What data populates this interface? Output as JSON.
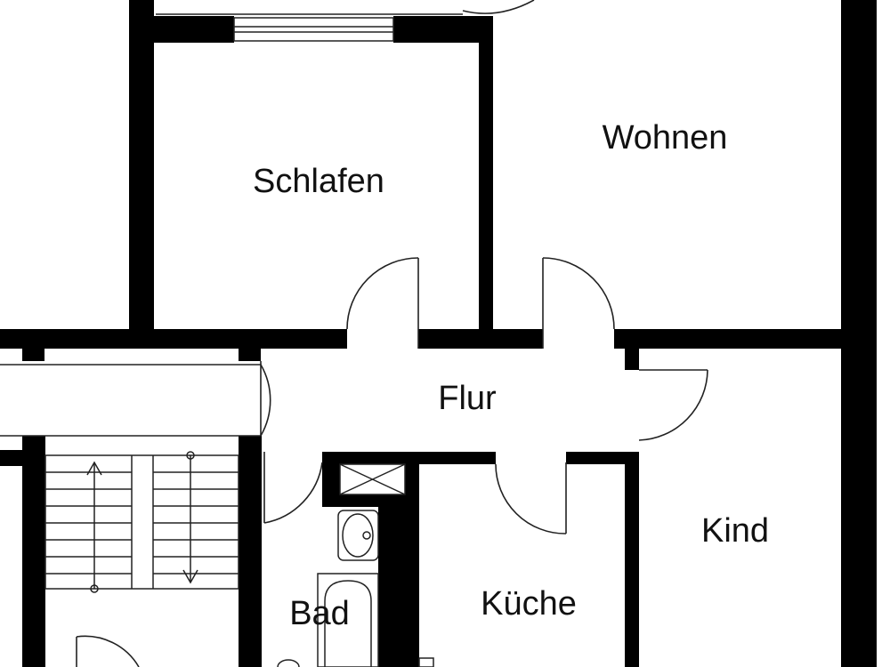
{
  "rooms": {
    "schlafen": "Schlafen",
    "wohnen": "Wohnen",
    "flur": "Flur",
    "kind": "Kind",
    "kueche": "Küche",
    "bad": "Bad"
  },
  "colors": {
    "wall": "#000000",
    "line": "#222222",
    "background": "#ffffff"
  }
}
